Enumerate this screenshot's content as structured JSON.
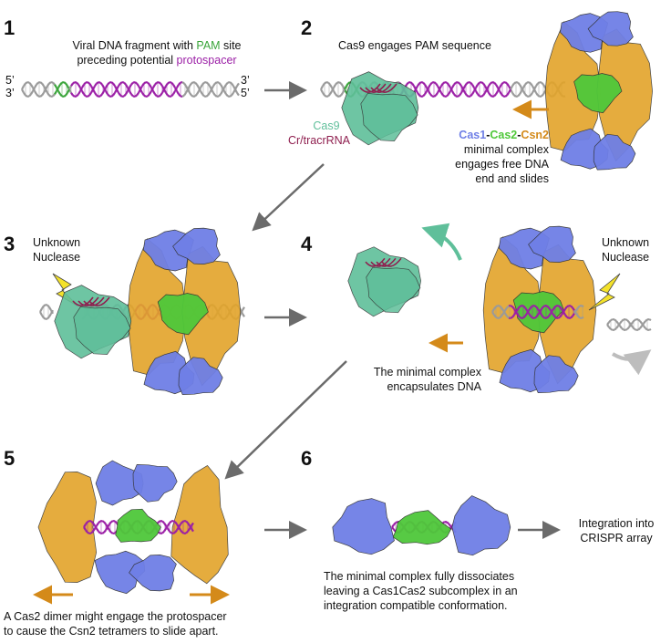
{
  "colors": {
    "cas1": "#6f7fe6",
    "cas2": "#4fc83a",
    "csn2": "#e3a42a",
    "cas9": "#5fbf9a",
    "rna": "#8f1f4f",
    "protospacer": "#9b1fa6",
    "pam": "#3aa53a",
    "arrow": "#6b6b6b",
    "slide_arrow": "#d48a1a"
  },
  "panels": {
    "p1": {
      "number": "1",
      "text_pre": "Viral DNA fragment with ",
      "pam": "PAM",
      "text_mid": " site",
      "line2_pre": "preceding potential ",
      "protospacer": "protospacer",
      "end_tl": "5’",
      "end_bl": "3’",
      "end_tr": "3’",
      "end_br": "5’"
    },
    "p2": {
      "number": "2",
      "title": "Cas9 engages PAM sequence",
      "cas9_label": "Cas9",
      "rna_label": "Cr/tracrRNA",
      "cas1": "Cas1",
      "dash1": "-",
      "cas2": "Cas2",
      "dash2": "-",
      "csn2": "Csn2",
      "line2": "minimal complex",
      "line3": "engages free DNA",
      "line4": "end and slides"
    },
    "p3": {
      "number": "3",
      "nuclease_l1": "Unknown",
      "nuclease_l2": "Nuclease"
    },
    "p4": {
      "number": "4",
      "nuclease_l1": "Unknown",
      "nuclease_l2": "Nuclease",
      "caption_l1": "The minimal complex",
      "caption_l2": "encapsulates DNA"
    },
    "p5": {
      "number": "5",
      "caption_l1": "A Cas2 dimer might engage the protospacer",
      "caption_l2": "to cause the Csn2 tetramers to slide apart."
    },
    "p6": {
      "number": "6",
      "caption_l1": "The minimal complex fully dissociates",
      "caption_l2": "leaving a Cas1Cas2 subcomplex in an",
      "caption_l3": "integration compatible conformation."
    },
    "final": {
      "line1": "Integration into",
      "line2": "CRISPR array"
    }
  }
}
